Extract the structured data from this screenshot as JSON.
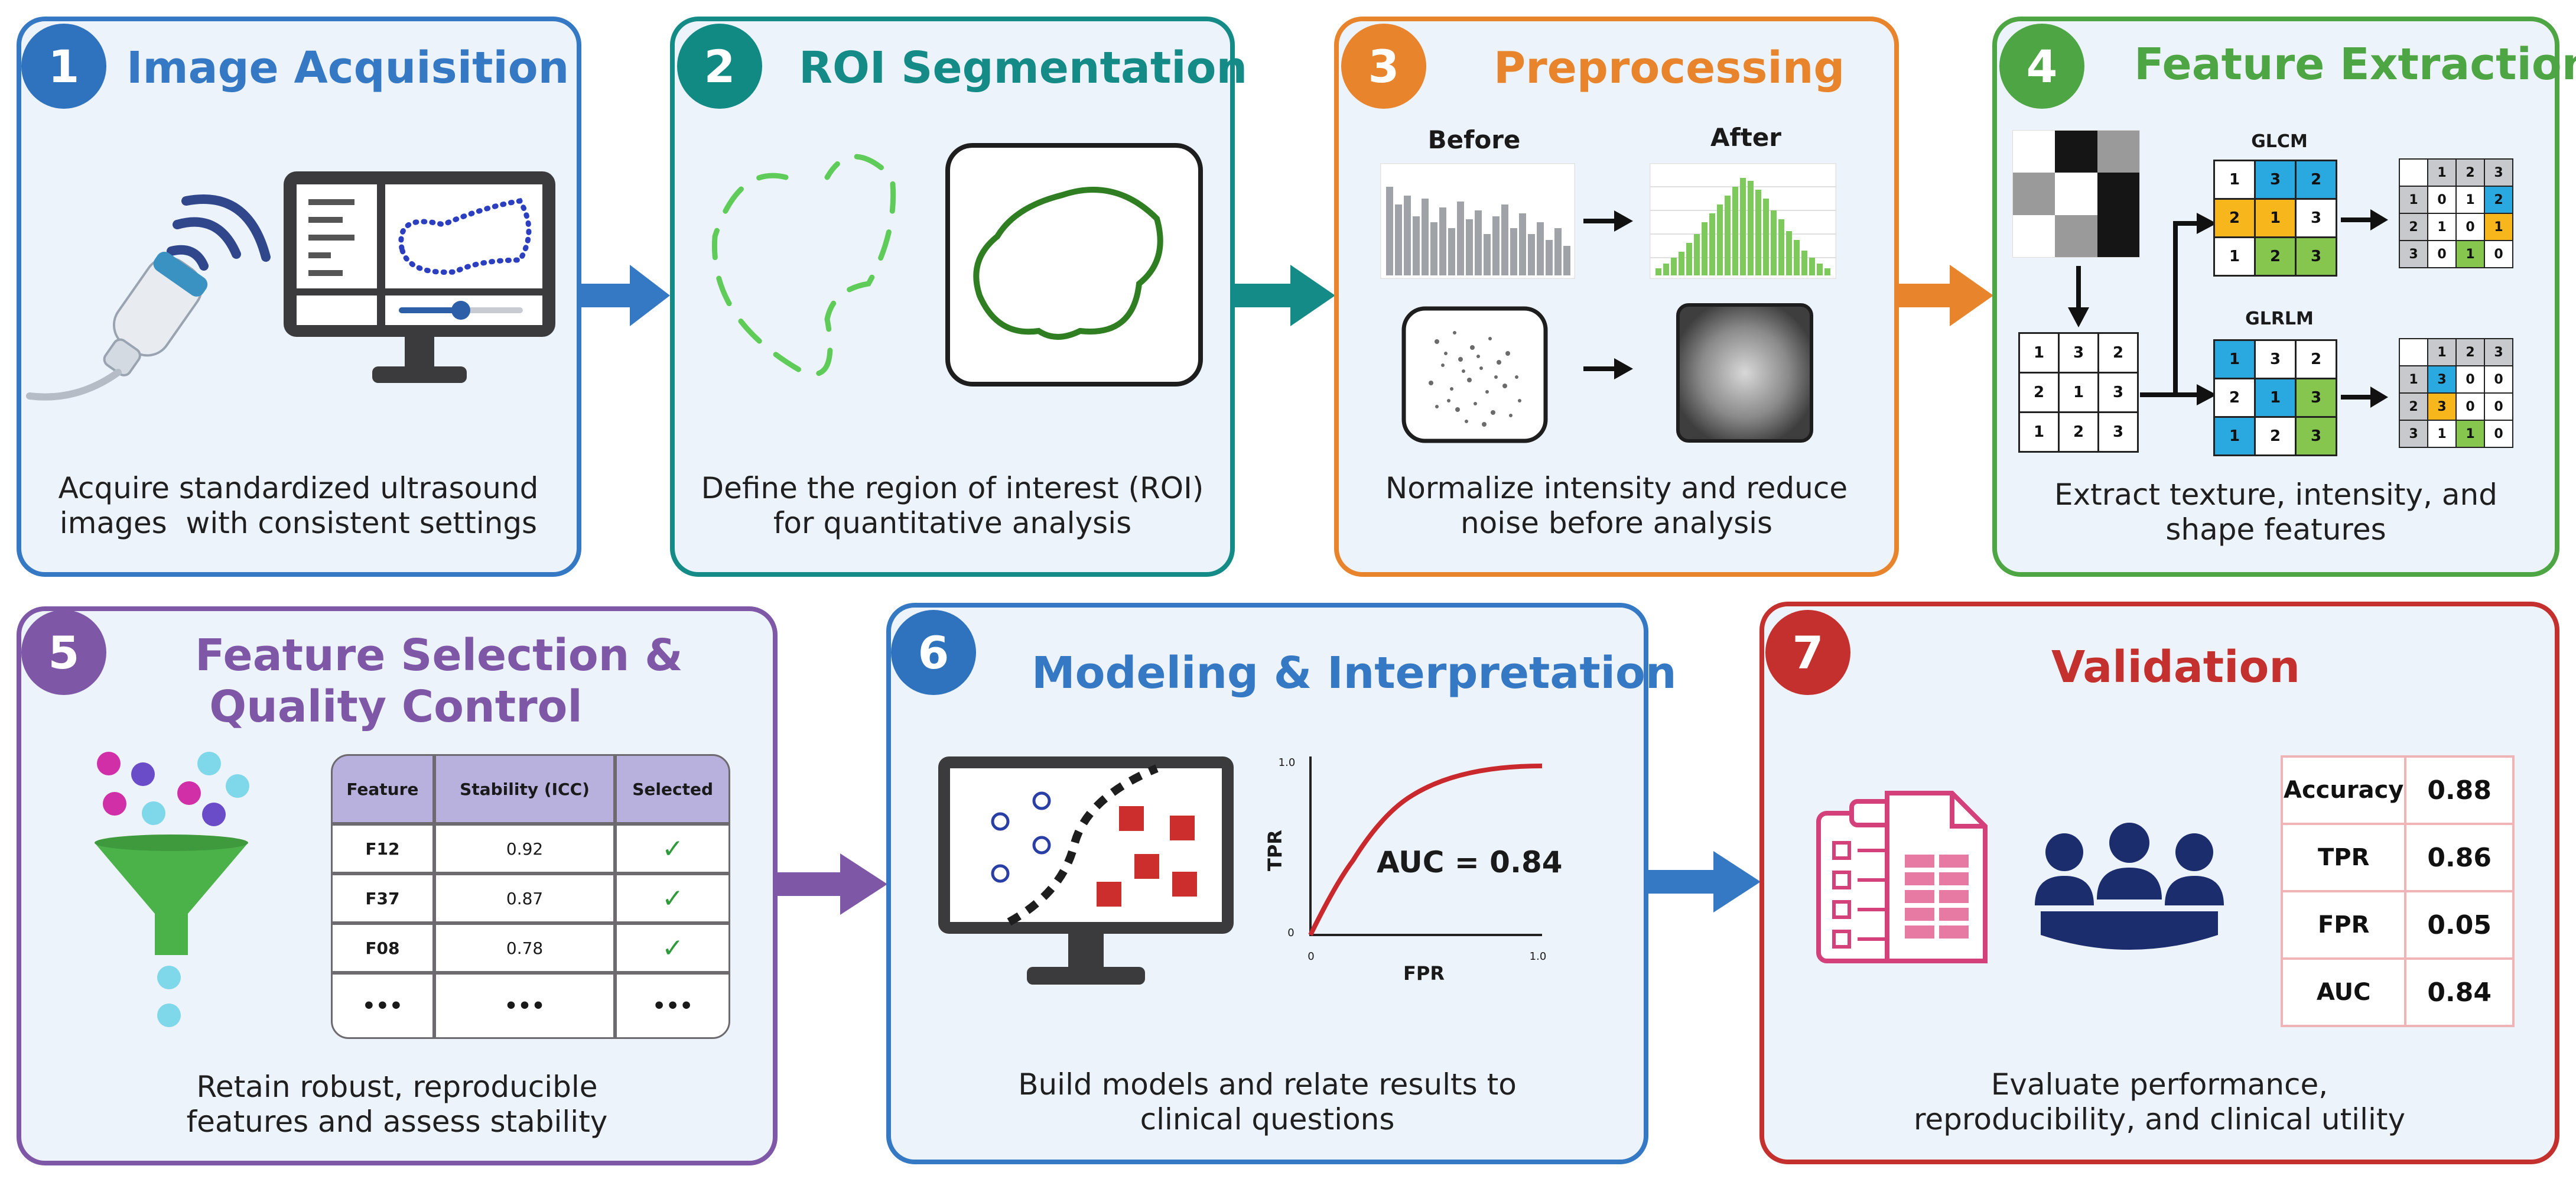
{
  "colors": {
    "blue": "#3578c3",
    "teal": "#148b86",
    "orange": "#e8842c",
    "green": "#4ea544",
    "purple": "#7e58a6",
    "red": "#c4302d",
    "panel_bg": "#edf3fb"
  },
  "panels": [
    {
      "number": "1",
      "title": "Image Acquisition",
      "desc": [
        "Acquire standardized ultrasound",
        "images  with consistent settings"
      ],
      "icons": [
        "ultrasound-probe-icon",
        "monitor-icon"
      ]
    },
    {
      "number": "2",
      "title": "ROI Segmentation",
      "desc": [
        "Define the region of interest (ROI)",
        "for quantitative analysis"
      ],
      "icons": [
        "dashed-outline-icon",
        "roi-contour-icon"
      ]
    },
    {
      "number": "3",
      "title": "Preprocessing",
      "desc": [
        "Normalize intensity and reduce",
        "noise before analysis"
      ],
      "before_label": "Before",
      "after_label": "After",
      "icons": [
        "histogram-icon",
        "noise-image-icon",
        "denoised-image-icon"
      ]
    },
    {
      "number": "4",
      "title": "Feature Extraction",
      "desc": [
        "Extract texture, intensity, and",
        "shape features"
      ],
      "glcm_label": "GLCM",
      "glrlm_label": "GLRLM",
      "grid_values": [
        [
          "1",
          "3",
          "2"
        ],
        [
          "2",
          "1",
          "3"
        ],
        [
          "1",
          "2",
          "3"
        ]
      ],
      "glcm_output": {
        "header": [
          "1",
          "2",
          "3"
        ],
        "rows": [
          [
            "1",
            "0",
            "1",
            "2"
          ],
          [
            "2",
            "1",
            "0",
            "1"
          ],
          [
            "3",
            "0",
            "1",
            "0"
          ]
        ]
      },
      "glrlm_output": {
        "header": [
          "1",
          "2",
          "3"
        ],
        "rows": [
          [
            "1",
            "3",
            "0",
            "0"
          ],
          [
            "2",
            "3",
            "0",
            "0"
          ],
          [
            "3",
            "1",
            "1",
            "0"
          ]
        ]
      }
    },
    {
      "number": "5",
      "title_lines": [
        "Feature Selection &",
        "Quality Control"
      ],
      "desc": [
        "Retain robust, reproducible",
        "features and assess stability"
      ],
      "table": {
        "headers": [
          "Feature",
          "Stability (ICC)",
          "Selected"
        ],
        "rows": [
          [
            "F12",
            "0.92",
            "✓"
          ],
          [
            "F37",
            "0.87",
            "✓"
          ],
          [
            "F08",
            "0.78",
            "✓"
          ],
          [
            "•••",
            "•••",
            "•••"
          ]
        ]
      },
      "icons": [
        "funnel-icon"
      ]
    },
    {
      "number": "6",
      "title": "Modeling & Interpretation",
      "desc": [
        "Build models and relate results to",
        "clinical questions"
      ],
      "roc": {
        "xlabel": "FPR",
        "ylabel": "TPR",
        "auc_label": "AUC = 0.84",
        "ticks": {
          "x0": "0",
          "x1": "1.0",
          "y0": "0",
          "y1": "1.0"
        }
      },
      "icons": [
        "classifier-monitor-icon"
      ]
    },
    {
      "number": "7",
      "title": "Validation",
      "desc": [
        "Evaluate performance,",
        "reproducibility, and clinical utility"
      ],
      "metrics": [
        [
          "Accuracy",
          "0.88"
        ],
        [
          "TPR",
          "0.86"
        ],
        [
          "FPR",
          "0.05"
        ],
        [
          "AUC",
          "0.84"
        ]
      ],
      "icons": [
        "clipboard-report-icon",
        "team-meeting-icon"
      ]
    }
  ]
}
